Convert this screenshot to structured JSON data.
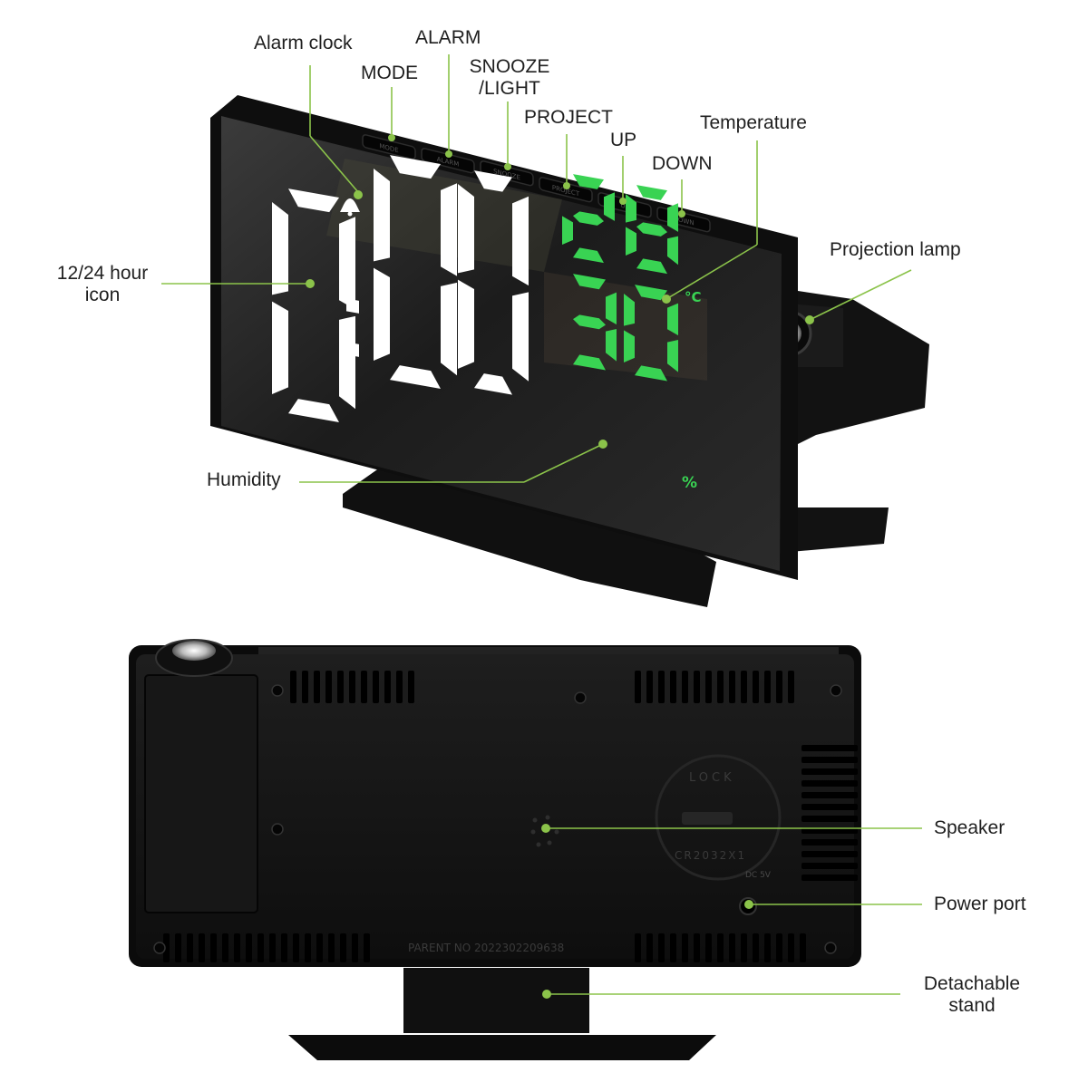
{
  "colors": {
    "accent": "#7cb342",
    "leader": "#8bc34a",
    "body": "#141414",
    "led_white": "#ffffff",
    "led_green": "#39d353"
  },
  "display": {
    "time": "0:00",
    "temperature": "28",
    "temperature_unit": "°C",
    "humidity": "30",
    "humidity_unit": "%"
  },
  "labels": {
    "alarm_clock": "Alarm clock",
    "mode": "MODE",
    "alarm": "ALARM",
    "snooze_line1": "SNOOZE",
    "snooze_line2": "/LIGHT",
    "project": "PROJECT",
    "up": "UP",
    "down": "DOWN",
    "temperature": "Temperature",
    "projection_lamp": "Projection lamp",
    "hour_icon_line1": "12/24 hour",
    "hour_icon_line2": "icon",
    "humidity": "Humidity",
    "speaker": "Speaker",
    "power_port": "Power port",
    "stand_line1": "Detachable",
    "stand_line2": "stand"
  },
  "buttons": [
    "MODE",
    "ALARM",
    "SNOOZE",
    "PROJECT",
    "UP",
    "DOWN"
  ],
  "back_panel": {
    "lock_text": "LOCK",
    "battery_text": "CR2032X1",
    "dc_text": "DC 5V",
    "patent_text": "PARENT NO  2022302209638"
  }
}
